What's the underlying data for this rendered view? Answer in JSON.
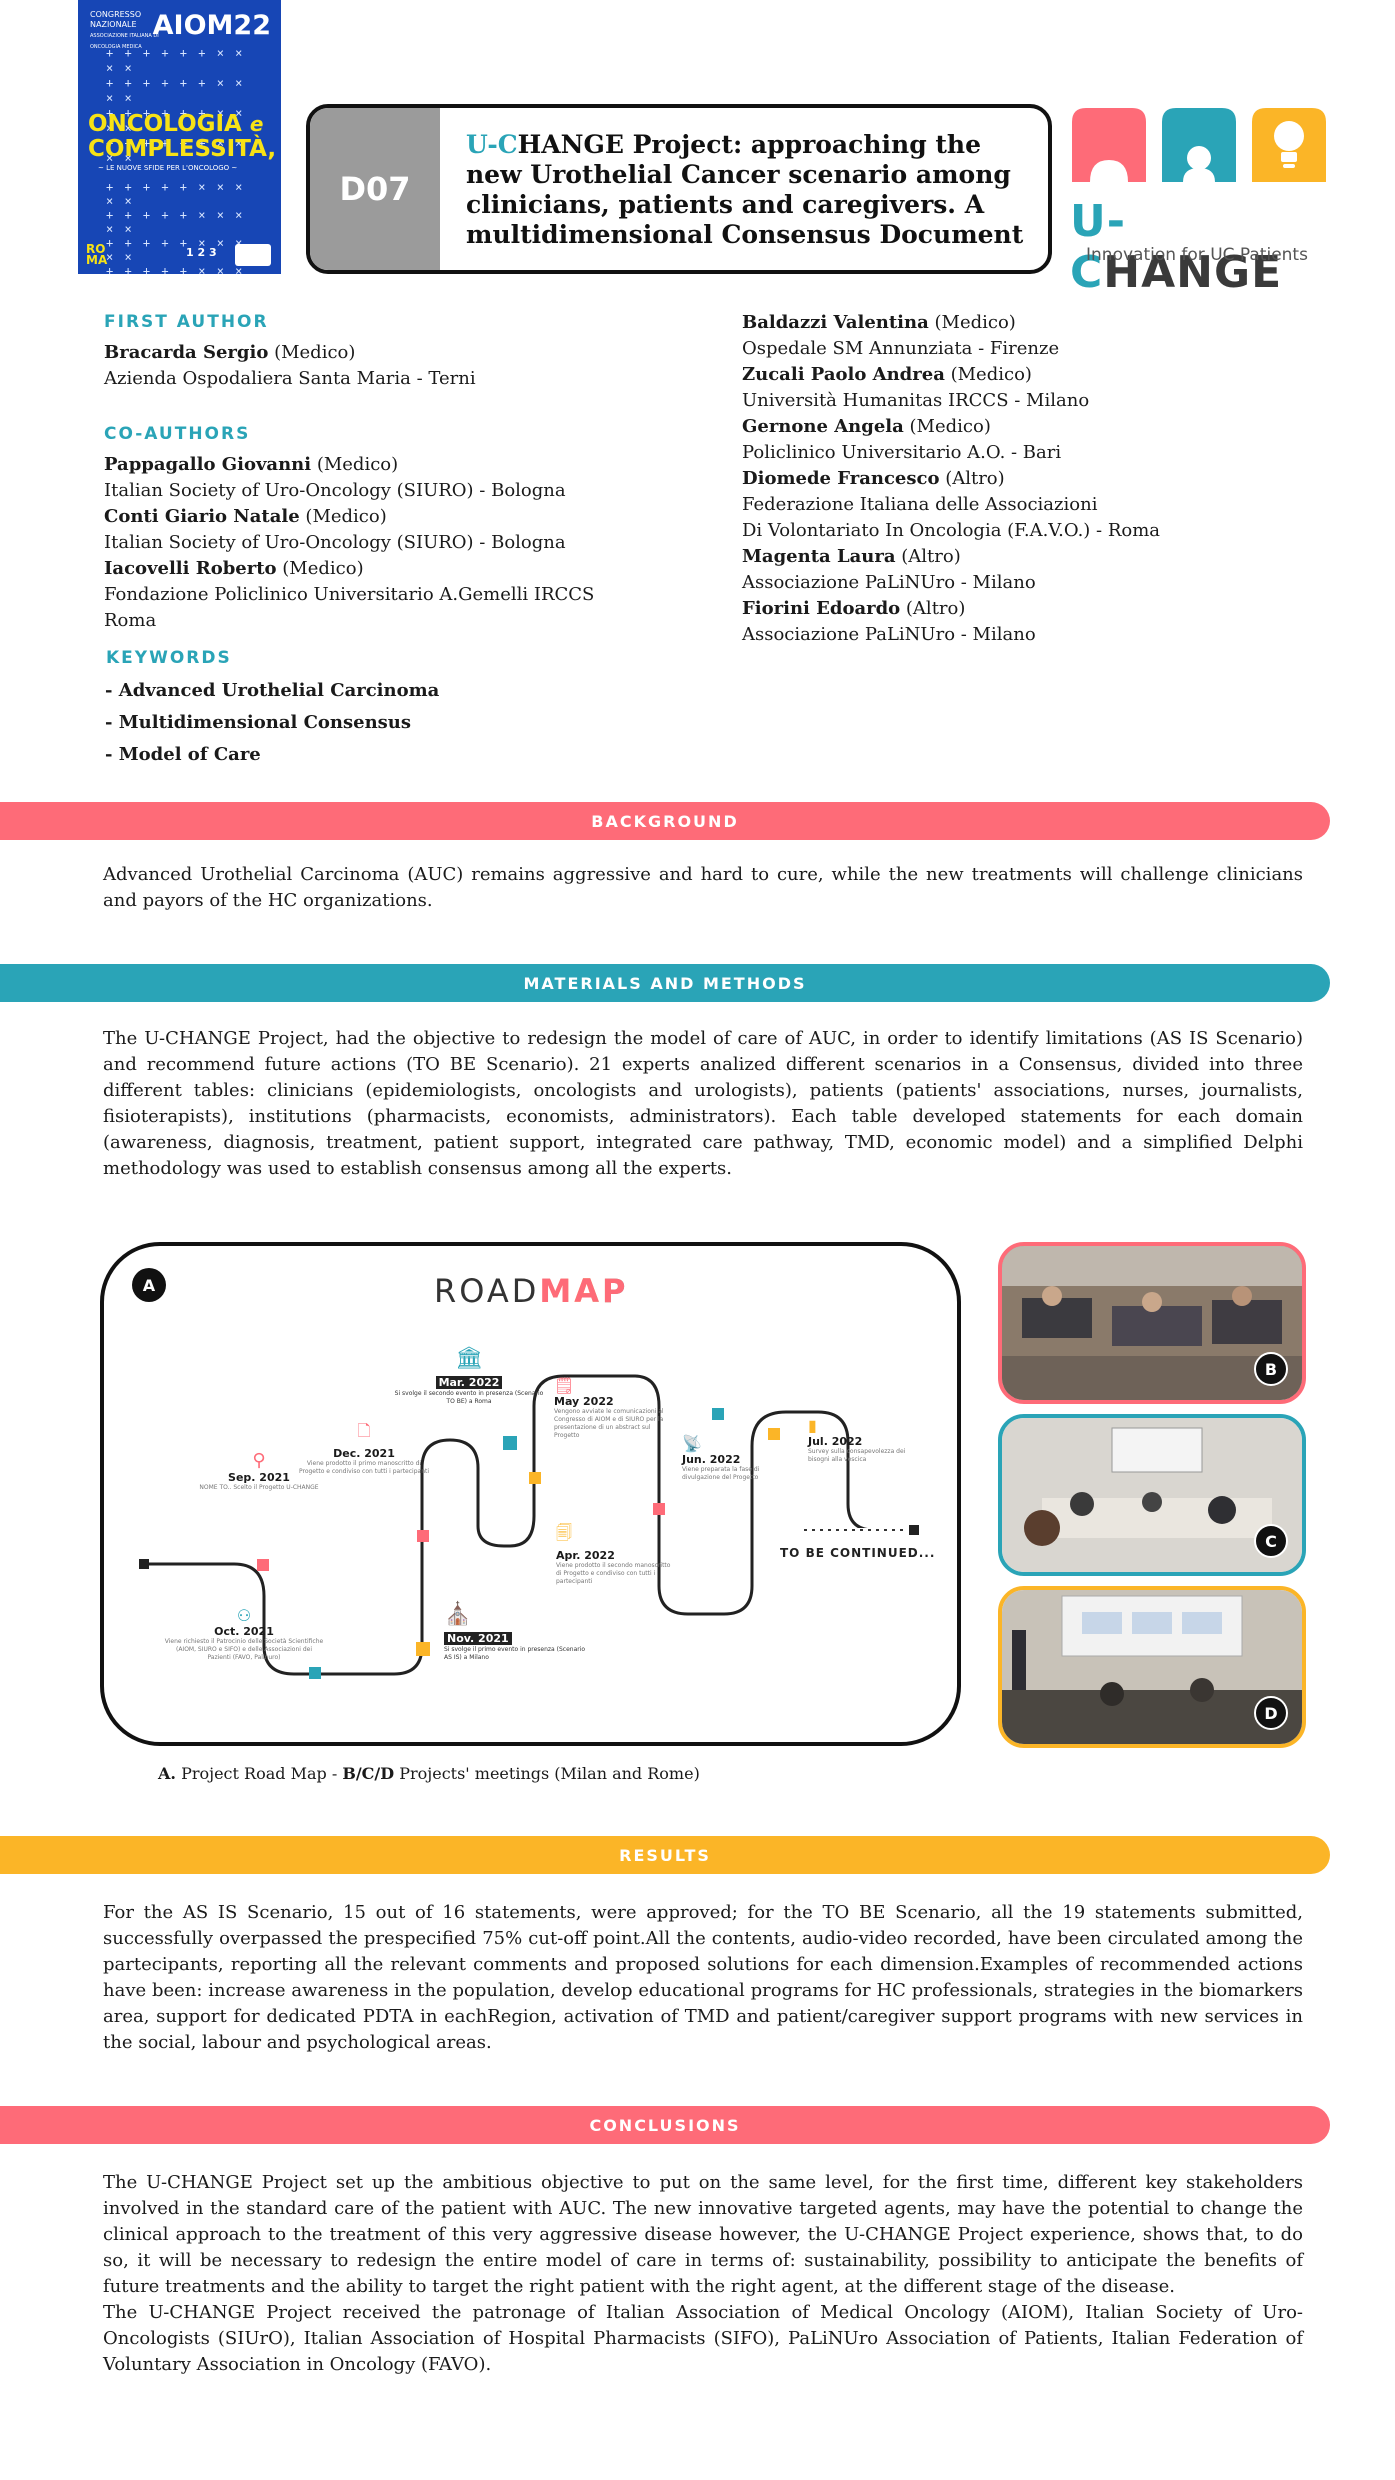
{
  "conference": {
    "small_text": "CONGRESSO NAZIONALE",
    "small_text2": "ASSOCIAZIONE ITALIANA DI ONCOLOGIA MEDICA",
    "name": "AIOM22",
    "title_line1": "ONCOLOGIA",
    "title_line2": "COMPLESSITÀ,",
    "subtitle": "~ LE NUOVE SFIDE PER L'ONCOLOGO ~",
    "city_line1": "RO",
    "city_line2": "MA",
    "dates": "1 2 3"
  },
  "poster": {
    "code": "D07",
    "title_highlight": "U-C",
    "title_rest": "HANGE Project: approaching the new Urothelial Cancer scenario among clinicians, patients and caregivers. A multidimensional Consensus Document"
  },
  "project_logo": {
    "word_part1": "U-C",
    "word_part2": "HANGE",
    "tagline": "Innovation for UC Patients"
  },
  "first_author": {
    "label": "FIRST AUTHOR",
    "name": "Bracarda Sergio",
    "role": " (Medico)",
    "affiliation": "Azienda Ospodaliera Santa Maria - Terni"
  },
  "coauthors": {
    "label": "CO-AUTHORS",
    "left": [
      {
        "name": "Pappagallo Giovanni",
        "role": " (Medico)",
        "affiliation": "Italian Society of Uro-Oncology (SIURO) - Bologna"
      },
      {
        "name": "Conti Giario Natale",
        "role": " (Medico)",
        "affiliation": "Italian Society of Uro-Oncology (SIURO) - Bologna"
      },
      {
        "name": "Iacovelli Roberto",
        "role": " (Medico)",
        "affiliation": "Fondazione Policlinico Universitario A.Gemelli IRCCS",
        "affiliation2": "Roma"
      }
    ],
    "right": [
      {
        "name": "Baldazzi Valentina",
        "role": " (Medico)",
        "affiliation": "Ospedale SM Annunziata - Firenze"
      },
      {
        "name": "Zucali Paolo Andrea",
        "role": " (Medico)",
        "affiliation": "Università Humanitas IRCCS - Milano"
      },
      {
        "name": "Gernone Angela",
        "role": " (Medico)",
        "affiliation": "Policlinico Universitario A.O. - Bari"
      },
      {
        "name": "Diomede Francesco",
        "role": " (Altro)",
        "affiliation": "Federazione Italiana delle Associazioni",
        "affiliation2": "Di Volontariato In Oncologia (F.A.V.O.) - Roma"
      },
      {
        "name": "Magenta Laura",
        "role": " (Altro)",
        "affiliation": "Associazione PaLiNUro - Milano"
      },
      {
        "name": "Fiorini Edoardo",
        "role": " (Altro)",
        "affiliation": "Associazione PaLiNUro - Milano"
      }
    ]
  },
  "keywords": {
    "label": "KEYWORDS",
    "items": [
      "- Advanced Urothelial Carcinoma",
      "- Multidimensional Consensus",
      "- Model of Care"
    ]
  },
  "sections": {
    "background": {
      "title": "BACKGROUND",
      "text": "Advanced Urothelial Carcinoma (AUC) remains aggressive and hard to cure, while the new treatments will challenge clinicians and payors of the HC organizations."
    },
    "methods": {
      "title": "MATERIALS AND METHODS",
      "text": "The U-CHANGE Project, had the objective to redesign the model of care of AUC, in order to identify limitations (AS IS Scenario) and recommend future actions (TO BE Scenario). 21 experts analized different scenarios in a Consensus, divided into three different tables: clinicians (epidemiologists, oncologists and urologists), patients (patients' associations, nurses, journalists, fisioterapists), institutions (pharmacists, economists, administrators). Each table developed statements for each domain (awareness, diagnosis, treatment, patient support, integrated care pathway, TMD, economic model) and a simplified Delphi methodology was used to establish consensus among all the experts."
    },
    "results": {
      "title": "RESULTS",
      "text": "For the AS IS Scenario, 15 out of 16 statements, were approved; for the TO BE Scenario, all the 19 statements submitted, successfully overpassed the prespecified 75% cut-off point.All the contents, audio-video recorded, have been circulated among the partecipants, reporting all the relevant comments and proposed solutions for each dimension.Examples of recommended actions have been: increase awareness in the population, develop educational programs for HC professionals, strategies in the biomarkers area, support for dedicated PDTA in eachRegion, activation of TMD and patient/caregiver support programs with new services in the social, labour and psychological areas."
    },
    "conclusions": {
      "title": "CONCLUSIONS",
      "text1": "The U-CHANGE Project set up the ambitious objective to put on the same level, for the first time, different key stakeholders involved in the standard care of the patient with AUC. The new innovative targeted agents, may have the potential to change the clinical approach to the treatment of this very aggressive disease however, the U-CHANGE Project experience, shows that, to do so, it will be necessary to redesign the entire model of care in terms of: sustainability, possibility to anticipate the benefits of future treatments and the ability to target the right patient with the right agent, at the different stage of the disease.",
      "text2": "The U-CHANGE Project received the patronage of Italian Association of Medical Oncology (AIOM), Italian Society of Uro-Oncologists (SIUrO), Italian Association of Hospital Pharmacists (SIFO), PaLiNUro Association of Patients, Italian Federation of Voluntary Association in Oncology (FAVO)."
    }
  },
  "roadmap": {
    "label": "A",
    "title_part1": "ROAD",
    "title_part2": "MAP",
    "milestones": [
      {
        "date": "Sep. 2021",
        "desc": "NOME TO.. Scelto il Progetto U-CHANGE"
      },
      {
        "date": "Oct. 2021",
        "desc": "Viene richiesto il Patrocinio delle Società Scientifiche (AIOM, SIURO e SIFO) e delle Associazioni dei Pazienti (FAVO, Palinuro)"
      },
      {
        "date": "Dec. 2021",
        "desc": "Viene prodotto il primo manoscritto di Progetto e condiviso con tutti i partecipanti"
      },
      {
        "date": "Nov. 2021",
        "desc": "Si svolge il primo evento in presenza (Scenario AS IS) a Milano"
      },
      {
        "date": "Mar. 2022",
        "desc": "Si svolge il secondo evento in presenza (Scenario TO BE) a Roma"
      },
      {
        "date": "Apr. 2022",
        "desc": "Viene prodotto il secondo manoscritto di Progetto e condiviso con tutti i partecipanti"
      },
      {
        "date": "May 2022",
        "desc": "Vengono avviate le comunicazioni al Congresso di AIOM e di SIURO per la presentazione di un abstract sul Progetto"
      },
      {
        "date": "Jun. 2022",
        "desc": "Viene preparata la fase di divulgazione del Progetto"
      },
      {
        "date": "Jul. 2022",
        "desc": "Survey sulla consapevolezza dei bisogni alla vescica"
      }
    ],
    "continued": "TO BE CONTINUED..."
  },
  "photos": {
    "b_label": "B",
    "c_label": "C",
    "d_label": "D"
  },
  "caption": {
    "a": "A.",
    "a_text": " Project Road Map - ",
    "bcd": "B/C/D",
    "bcd_text": " Projects' meetings (Milan and Rome)"
  },
  "colors": {
    "pink": "#fe6b78",
    "teal": "#2aa4b7",
    "yellow": "#fbb527",
    "aiom_blue": "#1746b5",
    "code_gray": "#9b9b9b"
  }
}
